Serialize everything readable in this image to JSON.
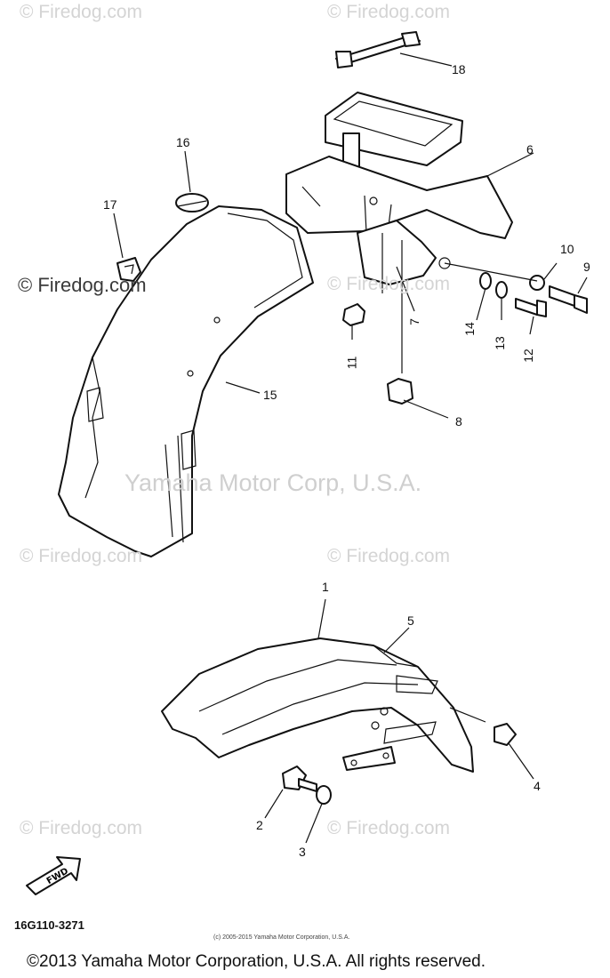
{
  "watermarks": {
    "site": "© Firedog.com",
    "corp": "Yamaha Motor Corp, U.S.A."
  },
  "callouts": {
    "c1": "1",
    "c2": "2",
    "c3": "3",
    "c4": "4",
    "c5": "5",
    "c6": "6",
    "c7": "7",
    "c8": "8",
    "c9": "9",
    "c10": "10",
    "c11": "11",
    "c12": "12",
    "c13": "13",
    "c14": "14",
    "c15": "15",
    "c16": "16",
    "c17": "17",
    "c18": "18"
  },
  "fwd_label": "FWD",
  "part_code": "16G110-3271",
  "small_copyright": "(c) 2005-2015 Yamaha Motor Corporation, U.S.A.",
  "footer_copyright": "©2013 Yamaha Motor Corporation, U.S.A. All rights reserved."
}
